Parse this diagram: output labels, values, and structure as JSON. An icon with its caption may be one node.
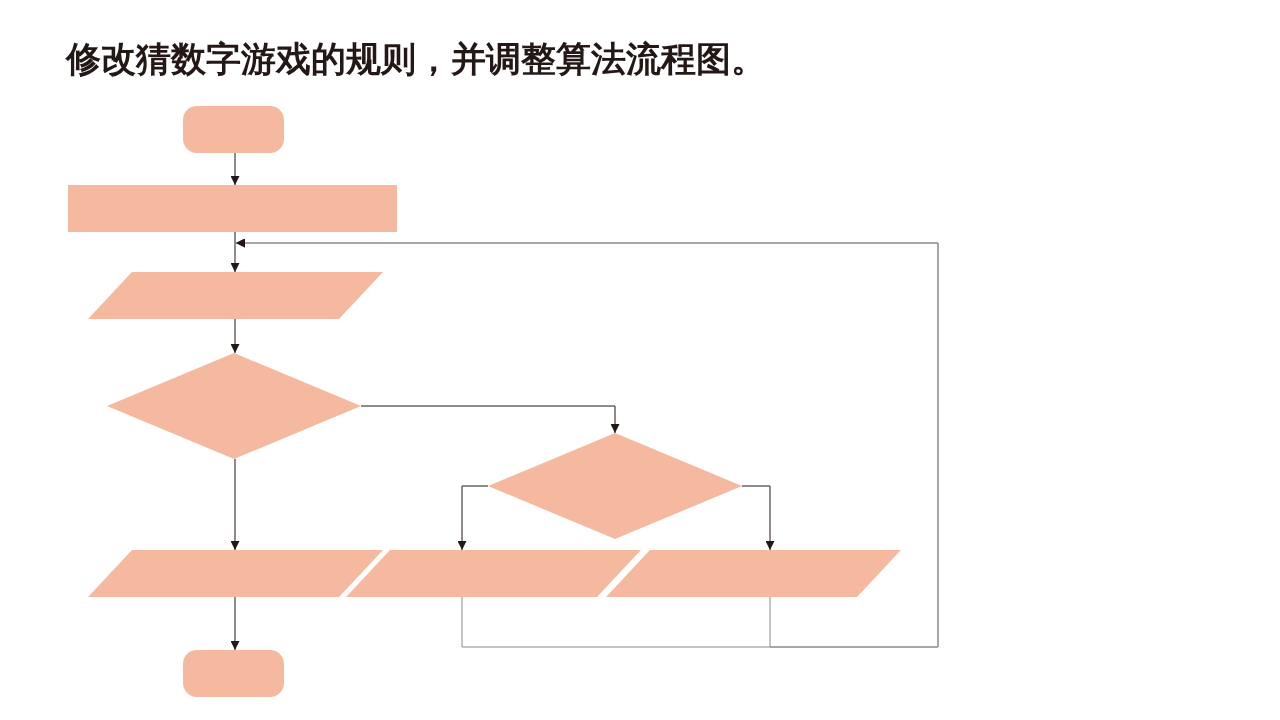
{
  "diagram": {
    "title": "修改猜数字游戏的规则，并调整算法流程图。",
    "nodes": [
      {
        "text": [],
        "shape": "box"
      },
      {
        "text": [],
        "shape": "box"
      },
      {
        "text": [],
        "shape": "parallelogram"
      },
      {
        "text": [],
        "shape": "diamond"
      },
      {
        "text": [],
        "shape": "diamond"
      },
      {
        "text": [],
        "shape": "parallelogram"
      },
      {
        "text": [],
        "shape": "parallelogram"
      },
      {
        "text": [],
        "shape": "parallelogram"
      },
      {
        "text": [],
        "shape": "box"
      }
    ],
    "edges": [
      {
        "from": 0,
        "to": 1,
        "arrow": "to"
      },
      {
        "from": 1,
        "to": 2,
        "arrow": "to"
      },
      {
        "from": 2,
        "to": 3,
        "arrow": "to"
      },
      {
        "from": 3,
        "to": 4,
        "arrow": "to"
      },
      {
        "from": 3,
        "to": 5,
        "arrow": "to"
      },
      {
        "from": 4,
        "to": 6,
        "arrow": "to"
      },
      {
        "from": 4,
        "to": 7,
        "arrow": "to"
      },
      {
        "from": 6,
        "to": 2,
        "arrow": "to",
        "color": "#8a8a8a"
      },
      {
        "from": 7,
        "to": 2,
        "arrow": "to",
        "color": "#8a8a8a"
      },
      {
        "from": 5,
        "to": 8,
        "arrow": "to"
      }
    ]
  }
}
